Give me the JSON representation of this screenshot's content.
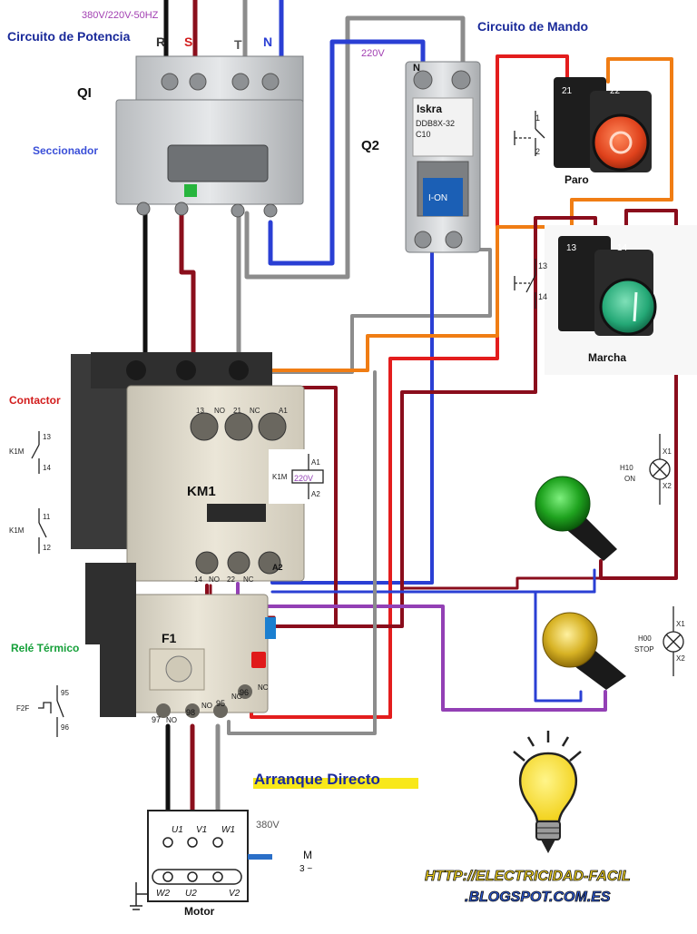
{
  "header": {
    "supply": "380V/220V-50HZ",
    "power_title": "Circuito de Potencia",
    "control_title": "Circuito de Mando",
    "phases": [
      "R",
      "S",
      "T",
      "N"
    ],
    "control_voltage": "220V"
  },
  "labels": {
    "qi": "QI",
    "seccionador": "Seccionador",
    "q2": "Q2",
    "contactor": "Contactor",
    "km1": "KM1",
    "rele_termico": "Relé Térmico",
    "f1": "F1",
    "title": "Arranque Directo",
    "website_line1": "HTTP://ELECTRICIDAD-FACIL",
    "website_line2": ".BLOGSPOT.COM.ES"
  },
  "breaker": {
    "brand": "Iskra",
    "model": "DDB8X-32",
    "rating": "C10",
    "state": "I-ON",
    "terminal": "N"
  },
  "contactor": {
    "top_terminals": [
      "13",
      "NO",
      "21",
      "NC",
      "A1"
    ],
    "bottom_terminals": [
      "14",
      "NO",
      "22",
      "NC",
      "A2"
    ],
    "coil_symbol": {
      "name": "K1M",
      "top": "A1",
      "voltage": "220V",
      "bottom": "A2"
    },
    "contact_no": {
      "name": "K1M",
      "top": "13",
      "bottom": "14"
    },
    "contact_nc": {
      "name": "K1M",
      "top": "11",
      "bottom": "12"
    }
  },
  "relay": {
    "terminals": [
      "97",
      "NO",
      "98",
      "NO",
      "95",
      "NC",
      "96",
      "NC"
    ],
    "symbol": {
      "name": "F2F",
      "top": "95",
      "bottom": "96"
    }
  },
  "buttons": {
    "stop": {
      "label": "Paro",
      "terminals": [
        "21",
        "22"
      ],
      "symbol": [
        "1",
        "2"
      ]
    },
    "start": {
      "label": "Marcha",
      "terminals": [
        "13",
        "14"
      ],
      "symbol": [
        "13",
        "14"
      ]
    }
  },
  "lamps": {
    "on": {
      "code": "H10",
      "state": "ON",
      "x1": "X1",
      "x2": "X2"
    },
    "stop": {
      "code": "H00",
      "state": "STOP",
      "x1": "X1",
      "x2": "X2"
    }
  },
  "motor": {
    "label": "Motor",
    "voltage": "380V",
    "type_line1": "M",
    "type_line2": "3 ~",
    "terminals_top": [
      "U1",
      "V1",
      "W1"
    ],
    "terminals_bottom": [
      "W2",
      "U2",
      "V2"
    ]
  },
  "colors": {
    "black": "#111111",
    "red_wire": "#8b0f1c",
    "grey_wire": "#8c8c8c",
    "blue_wire": "#2a3fd4",
    "control_red": "#e31d1d",
    "orange": "#f07d14",
    "dark_red": "#8a0d1c",
    "purple": "#9340b5",
    "blue_text": "#1a2a9a",
    "red_text": "#d21c1c",
    "green_text": "#16a03a"
  }
}
